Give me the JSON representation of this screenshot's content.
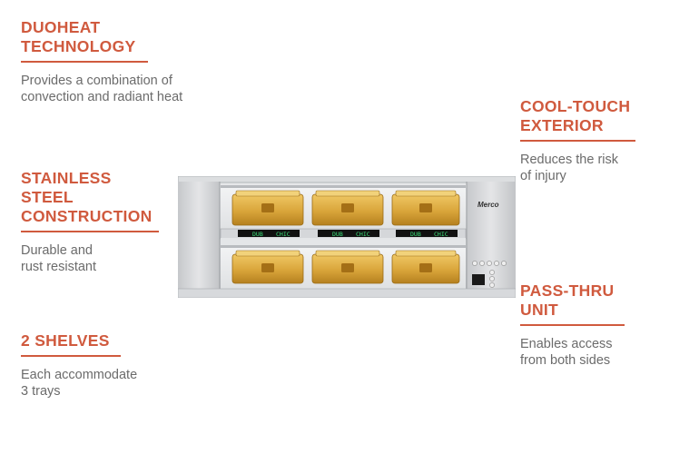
{
  "features": {
    "duoheat": {
      "title": "DUOHEAT\nTECHNOLOGY",
      "desc": "Provides a combination of\nconvection and radiant heat"
    },
    "cool_touch": {
      "title": "COOL-TOUCH\nEXTERIOR",
      "desc": "Reduces the risk\nof injury"
    },
    "stainless": {
      "title": "STAINLESS\nSTEEL\nCONSTRUCTION",
      "desc": "Durable and\nrust resistant"
    },
    "pass_thru": {
      "title": "PASS-THRU\nUNIT",
      "desc": "Enables access\nfrom both sides"
    },
    "shelves": {
      "title": "2 SHELVES",
      "desc": "Each accommodate\n3 trays"
    }
  },
  "product": {
    "brand": "Merco",
    "display_left": "DUB",
    "display_right": "CHIC"
  },
  "colors": {
    "accent": "#d05a3e",
    "text_gray": "#6b6b6b",
    "tray_amber": "#d9a53a",
    "display_green": "#39e07a"
  }
}
